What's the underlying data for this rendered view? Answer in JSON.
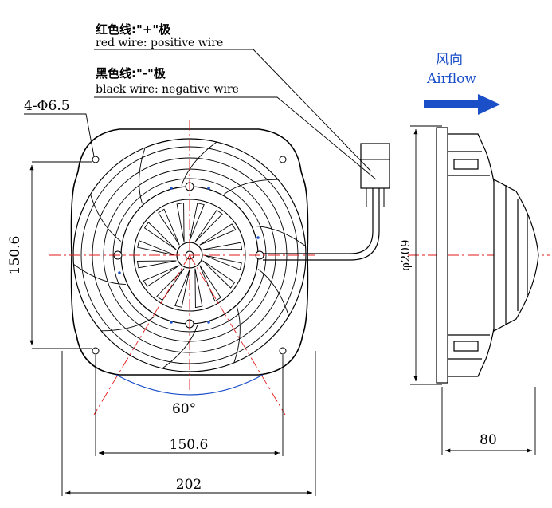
{
  "colors": {
    "line": "#000000",
    "centerline": "#e01818",
    "arc": "#1a4fc8",
    "arrow": "#1a4fc8",
    "bolt": "#1a4fc8"
  },
  "labels": {
    "red_wire_cn": "红色线:\"+\"极",
    "red_wire_en": "red wire: positive wire",
    "black_wire_cn": "黑色线:\"-\"极",
    "black_wire_en": "black wire: negative wire",
    "holes": "4-Φ6.5",
    "airflow_cn": "风向",
    "airflow_en": "Airflow",
    "angle": "60°",
    "dim_left_height": "150.6",
    "dim_bottom_holes": "150.6",
    "dim_overall_width": "202",
    "dim_diameter": "φ209",
    "dim_depth": "80"
  },
  "icons": {
    "airflow_arrow": "arrow-right-icon"
  }
}
